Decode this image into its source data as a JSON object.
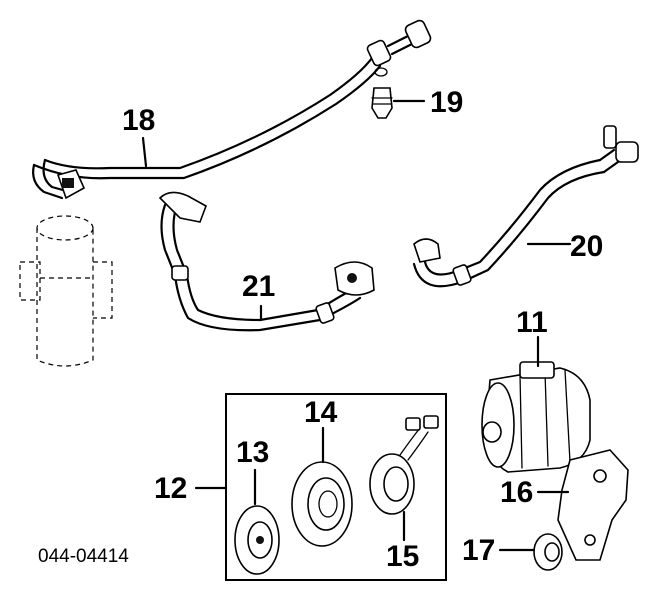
{
  "diagram": {
    "part_labels": {
      "p11": "11",
      "p12": "12",
      "p13": "13",
      "p14": "14",
      "p15": "15",
      "p16": "16",
      "p17": "17",
      "p18": "18",
      "p19": "19",
      "p20": "20",
      "p21": "21"
    },
    "drawing_code": "044-04414"
  }
}
